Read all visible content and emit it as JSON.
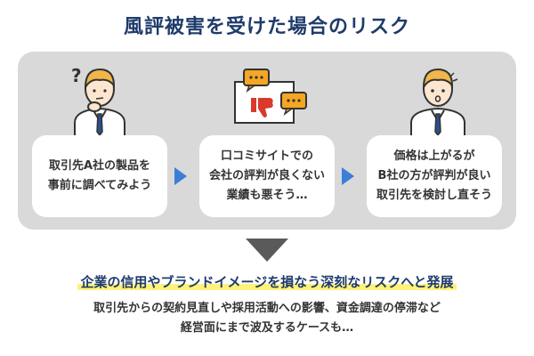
{
  "title": "風評被害を受けた場合のリスク",
  "steps": [
    {
      "lines": [
        "取引先A社の製品を",
        "事前に調べてみよう"
      ]
    },
    {
      "lines": [
        "口コミサイトでの",
        "会社の評判が良くない",
        "業績も悪そう…"
      ]
    },
    {
      "lines": [
        "価格は上がるが",
        "B社の方が評判が良い",
        "取引先を検討し直そう"
      ]
    }
  ],
  "conclusion": "企業の信用やブランドイメージを損なう深刻なリスクへと発展",
  "details": [
    "取引先からの契約見直しや採用活動への影響、資金調達の停滞など",
    "経営面にまで波及するケースも…"
  ],
  "colors": {
    "title": "#1f3b6b",
    "arrow": "#3a7fd5",
    "thumbs_down": "#d93a2b",
    "bubble": "#f5a623",
    "highlight": "#fff27a"
  }
}
